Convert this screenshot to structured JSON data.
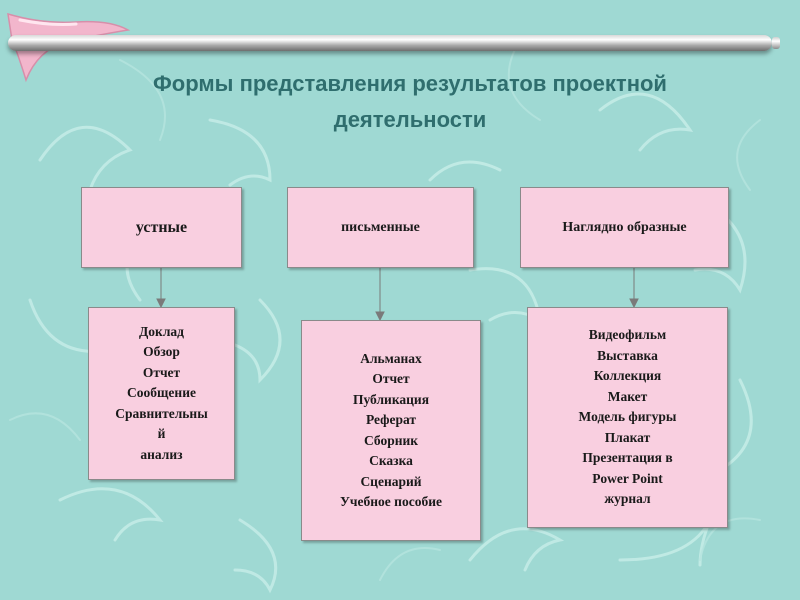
{
  "title": {
    "line1": "Формы представления результатов проектной",
    "line2": "деятельности"
  },
  "columns": [
    {
      "header": "устные",
      "items": [
        "Доклад",
        "Обзор",
        "Отчет",
        "Сообщение",
        "Сравнительны",
        "й",
        "анализ"
      ]
    },
    {
      "header": "письменные",
      "items": [
        "Альманах",
        "Отчет",
        "Публикация",
        "Реферат",
        "Сборник",
        "Сказка",
        "Сценарий",
        "Учебное пособие"
      ]
    },
    {
      "header": "Наглядно образные",
      "items": [
        "Видеофильм",
        "Выставка",
        "Коллекция",
        "Макет",
        "Модель фигуры",
        "Плакат",
        "Презентация в",
        "Power Point",
        "журнал"
      ]
    }
  ],
  "colors": {
    "background": "#9fd9d3",
    "box_fill": "#f9cfe0",
    "title": "#2f6e6e"
  }
}
